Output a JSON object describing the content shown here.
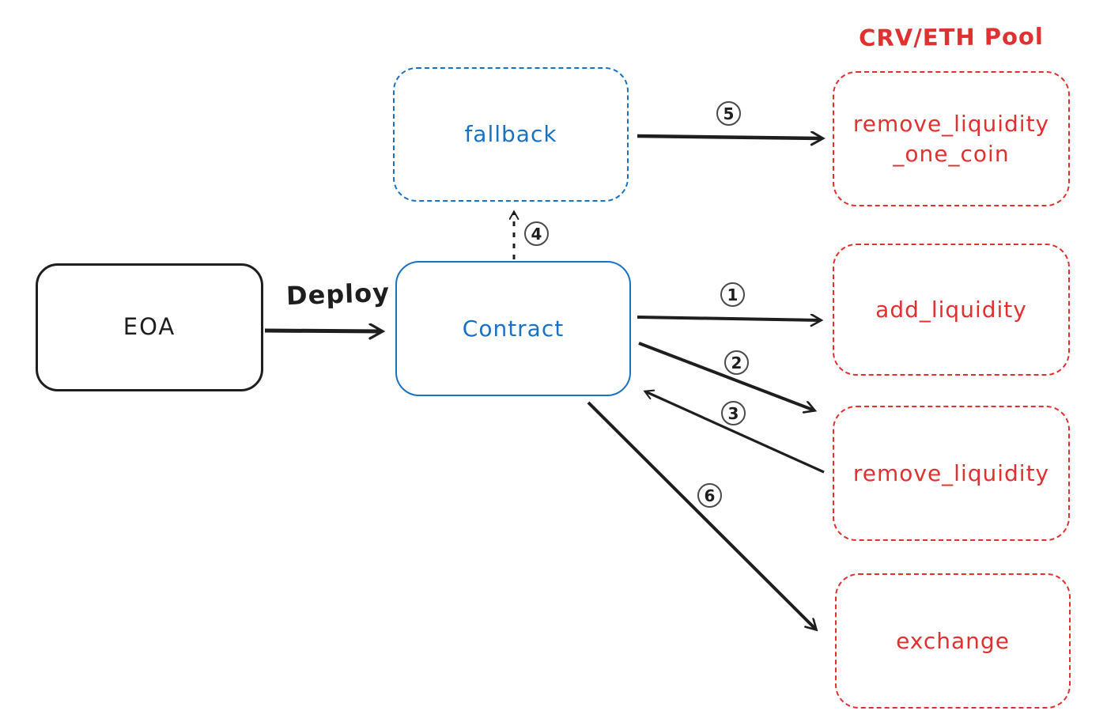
{
  "diagram": {
    "title": "CRV/ETH Pool",
    "nodes": {
      "eoa": {
        "label": "EOA"
      },
      "contract": {
        "label": "Contract"
      },
      "fallback": {
        "label": "fallback"
      },
      "remove_liquidity_one_coin": {
        "label_line1": "remove_liquidity",
        "label_line2": "_one_coin"
      },
      "add_liquidity": {
        "label": "add_liquidity"
      },
      "remove_liquidity": {
        "label": "remove_liquidity"
      },
      "exchange": {
        "label": "exchange"
      }
    },
    "edges": {
      "deploy": {
        "label": "Deploy",
        "from": "EOA",
        "to": "Contract"
      },
      "step1": {
        "label": "1",
        "from": "Contract",
        "to": "add_liquidity"
      },
      "step2": {
        "label": "2",
        "from": "Contract",
        "to": "remove_liquidity"
      },
      "step3": {
        "label": "3",
        "from": "remove_liquidity",
        "to": "Contract"
      },
      "step4": {
        "label": "4",
        "from": "Contract",
        "to": "fallback",
        "style": "dashed"
      },
      "step5": {
        "label": "5",
        "from": "fallback",
        "to": "remove_liquidity_one_coin"
      },
      "step6": {
        "label": "6",
        "from": "Contract",
        "to": "exchange"
      }
    },
    "colors": {
      "black": "#1e1e1e",
      "blue": "#1971c2",
      "red": "#e03131",
      "background": "#ffffff"
    }
  }
}
